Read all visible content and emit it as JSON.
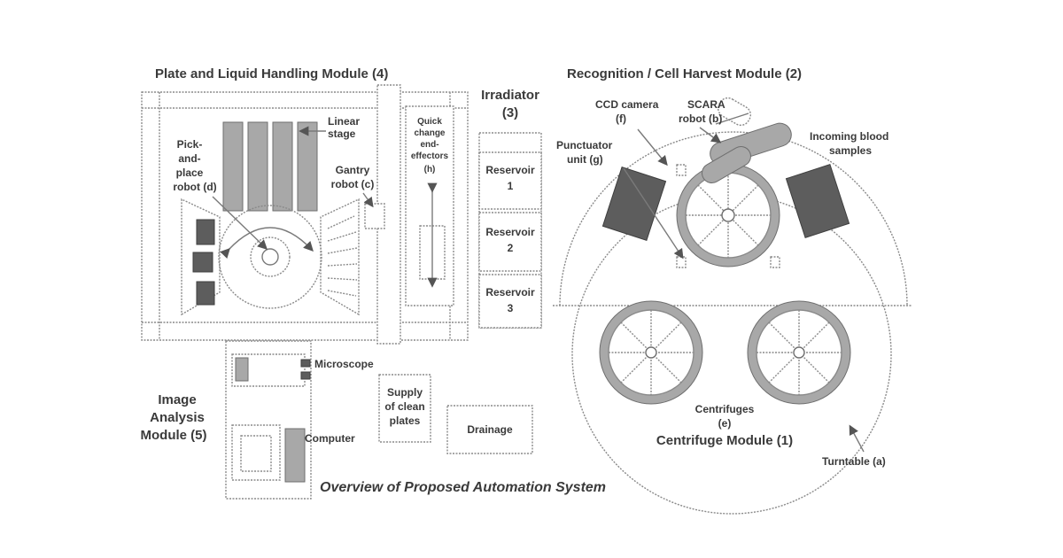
{
  "modules": {
    "plate_liquid": "Plate and Liquid Handling Module (4)",
    "recognition": "Recognition / Cell Harvest Module (2)",
    "irradiator_line1": "Irradiator",
    "irradiator_line2": "(3)",
    "image_analysis": [
      "Image",
      "Analysis",
      "Module (5)"
    ],
    "centrifuge": "Centrifuge Module (1)"
  },
  "labels": {
    "linear_stage": [
      "Linear",
      "stage"
    ],
    "pick_and_place": [
      "Pick-",
      "and-",
      "place",
      "robot (d)"
    ],
    "gantry_robot": [
      "Gantry",
      "robot (c)"
    ],
    "quick_change": [
      "Quick",
      "change",
      "end-",
      "effectors",
      "(h)"
    ],
    "reservoirs": [
      {
        "name": "Reservoir",
        "num": "1"
      },
      {
        "name": "Reservoir",
        "num": "2"
      },
      {
        "name": "Reservoir",
        "num": "3"
      }
    ],
    "ccd_camera": [
      "CCD camera",
      "(f)"
    ],
    "scara_robot": [
      "SCARA",
      "robot (b)"
    ],
    "punctuator": [
      "Punctuator",
      "unit (g)"
    ],
    "incoming_blood": [
      "Incoming blood",
      "samples"
    ],
    "microscope": "Microscope",
    "computer": "Computer",
    "supply_plates": [
      "Supply",
      "of clean",
      "plates"
    ],
    "drainage": "Drainage",
    "centrifuges": [
      "Centrifuges",
      "(e)"
    ],
    "turntable": "Turntable (a)"
  },
  "caption": "Overview of Proposed Automation System"
}
